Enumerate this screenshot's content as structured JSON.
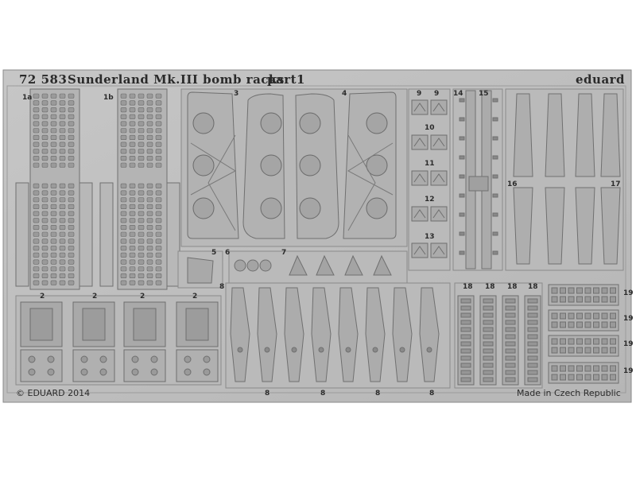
{
  "header": {
    "set_number": "72 583",
    "title": "Sunderland Mk.III bomb racks",
    "part": "part1",
    "brand": "eduard"
  },
  "footer": {
    "copyright": "© EDUARD 2014",
    "origin": "Made in Czech Republic"
  },
  "part_labels": {
    "p1a": "1a",
    "p1b": "1b",
    "p3": "3",
    "p4": "4",
    "p9": "9",
    "p10": "10",
    "p11": "11",
    "p12": "12",
    "p13": "13",
    "p14": "14",
    "p15": "15",
    "p16": "16",
    "p17": "17",
    "p5": "5",
    "p6": "6",
    "p7": "7",
    "p8": "8",
    "p2": "2",
    "p18": "18",
    "p19": "19"
  },
  "colors": {
    "background": "#ffffff",
    "fret": "#bcbcbc",
    "fret_edge": "#6e6e6e",
    "part": "#b0b0b0",
    "detail": "#8a8a8a"
  }
}
